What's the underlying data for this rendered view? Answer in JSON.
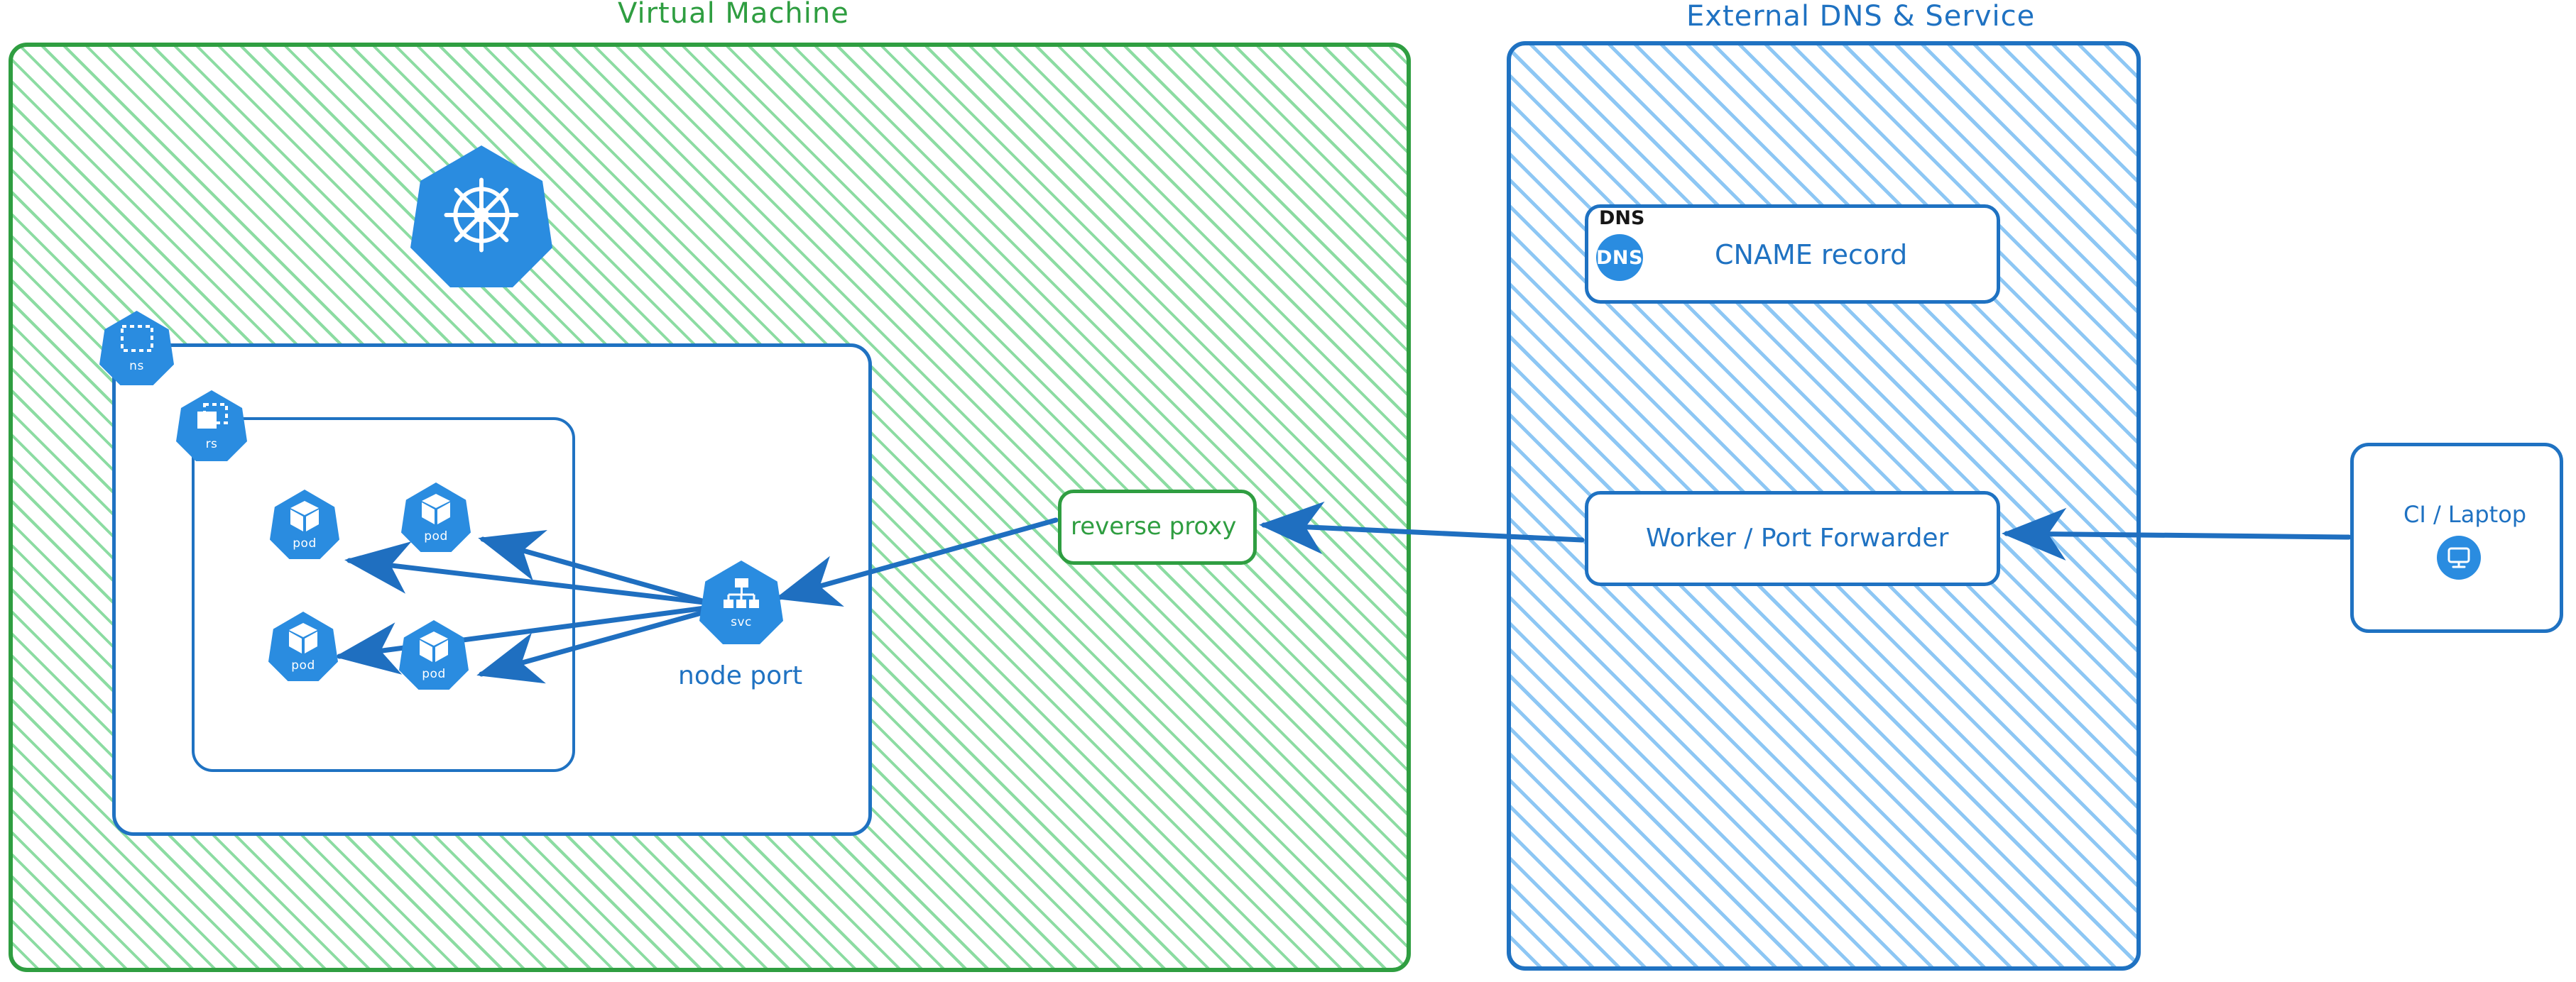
{
  "diagram": {
    "type": "architecture-diagram",
    "style": "hand-drawn-excalidraw",
    "colors": {
      "green": "#2f9e41",
      "green_hatch": "#78d692",
      "blue": "#1f72c2",
      "blue_hatch": "#81c1f3",
      "k8s_blue": "#2a8ce0",
      "black": "#161616",
      "background": "#ffffff"
    }
  },
  "panels": {
    "vm": {
      "title": "Virtual Machine",
      "color": "#2f9e41",
      "fill": "hatched-green"
    },
    "external": {
      "title": "External DNS & Service",
      "color": "#1f72c2",
      "fill": "hatched-blue"
    }
  },
  "vm": {
    "k8s_logo": {
      "icon": "kubernetes-wheel-icon"
    },
    "namespace": {
      "badge_label": "ns",
      "icon": "namespace-dashed-square-icon"
    },
    "replicaset": {
      "badge_label": "rs",
      "icon": "replicaset-stacked-square-icon"
    },
    "pods": [
      {
        "label": "pod",
        "icon": "pod-cube-icon"
      },
      {
        "label": "pod",
        "icon": "pod-cube-icon"
      },
      {
        "label": "pod",
        "icon": "pod-cube-icon"
      },
      {
        "label": "pod",
        "icon": "pod-cube-icon"
      }
    ],
    "service": {
      "badge_label": "svc",
      "icon": "service-hierarchy-icon",
      "caption": "node port"
    },
    "reverse_proxy": {
      "label": "reverse proxy",
      "color": "#2f9e41"
    }
  },
  "external": {
    "dns_card": {
      "tag": "DNS",
      "badge_text": "DNS",
      "label": "CNAME record",
      "icon": "dns-circle-icon"
    },
    "worker_card": {
      "label": "Worker / Port Forwarder"
    }
  },
  "client": {
    "card": {
      "label": "CI / Laptop",
      "icon": "desktop-monitor-icon"
    }
  },
  "flows": [
    {
      "from": "CI / Laptop",
      "to": "Worker / Port Forwarder"
    },
    {
      "from": "Worker / Port Forwarder",
      "to": "reverse proxy"
    },
    {
      "from": "reverse proxy",
      "to": "svc"
    },
    {
      "from": "svc",
      "to": "pod"
    },
    {
      "from": "svc",
      "to": "pod"
    },
    {
      "from": "svc",
      "to": "pod"
    },
    {
      "from": "svc",
      "to": "pod"
    }
  ]
}
